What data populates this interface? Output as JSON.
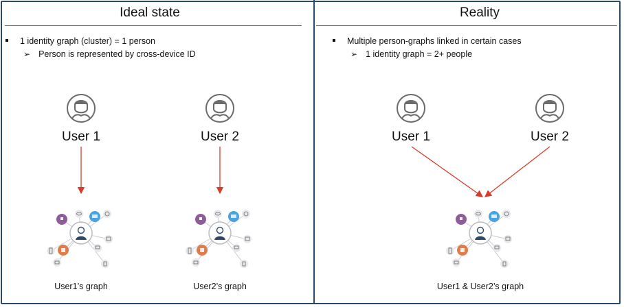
{
  "left": {
    "title": "Ideal state",
    "bullet": "1 identity graph (cluster) = 1 person",
    "sub_bullet": "Person is represented by cross-device ID",
    "users": [
      "User 1",
      "User 2"
    ],
    "captions": [
      "User1’s graph",
      "User2’s graph"
    ]
  },
  "right": {
    "title": "Reality",
    "bullet": "Multiple person-graphs linked in certain cases",
    "sub_bullet": "1 identity graph = 2+ people",
    "users": [
      "User 1",
      "User 2"
    ],
    "caption": "User1 & User2’s graph"
  },
  "colors": {
    "frame": "#2a4a6b",
    "accent_line": "#c0392b",
    "arrow": "#d93b2b",
    "node_purple": "#8e5b9b",
    "node_blue": "#4aa3df",
    "node_orange": "#e07b4a",
    "node_gray": "#c9ccd1"
  },
  "icons": [
    "user-avatar-icon",
    "identity-graph-icon"
  ]
}
